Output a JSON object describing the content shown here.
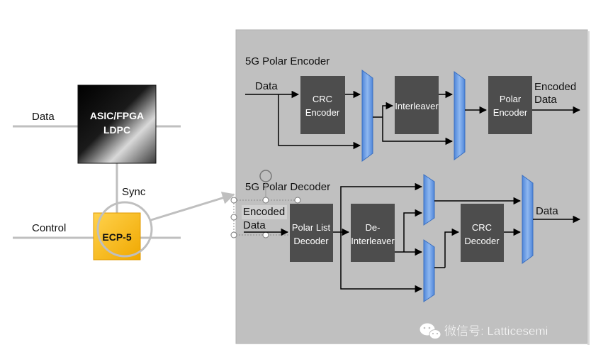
{
  "left": {
    "data_label": "Data",
    "control_label": "Control",
    "sync_label": "Sync",
    "asic_line1": "ASIC/FPGA",
    "asic_line2": "LDPC",
    "ecp_label": "ECP-5"
  },
  "encoder": {
    "title": "5G Polar Encoder",
    "input_label": "Data",
    "crc_line1": "CRC",
    "crc_line2": "Encoder",
    "interleaver": "Interleaver",
    "polar_line1": "Polar",
    "polar_line2": "Encoder",
    "output_line1": "Encoded",
    "output_line2": "Data"
  },
  "decoder": {
    "title": "5G Polar Decoder",
    "input_line1": "Encoded",
    "input_line2": "Data",
    "polar_line1": "Polar List",
    "polar_line2": "Decoder",
    "deint_line1": "De-",
    "deint_line2": "Interleaver",
    "crc_line1": "CRC",
    "crc_line2": "Decoder",
    "output_label": "Data"
  },
  "watermark": "微信号: Latticesemi",
  "colors": {
    "panel": "#c0c0c0",
    "block": "#4d4d4d",
    "mux": "#6fa1e6",
    "ecp": "#f2b21d",
    "line_gray": "#bfbfbf"
  }
}
